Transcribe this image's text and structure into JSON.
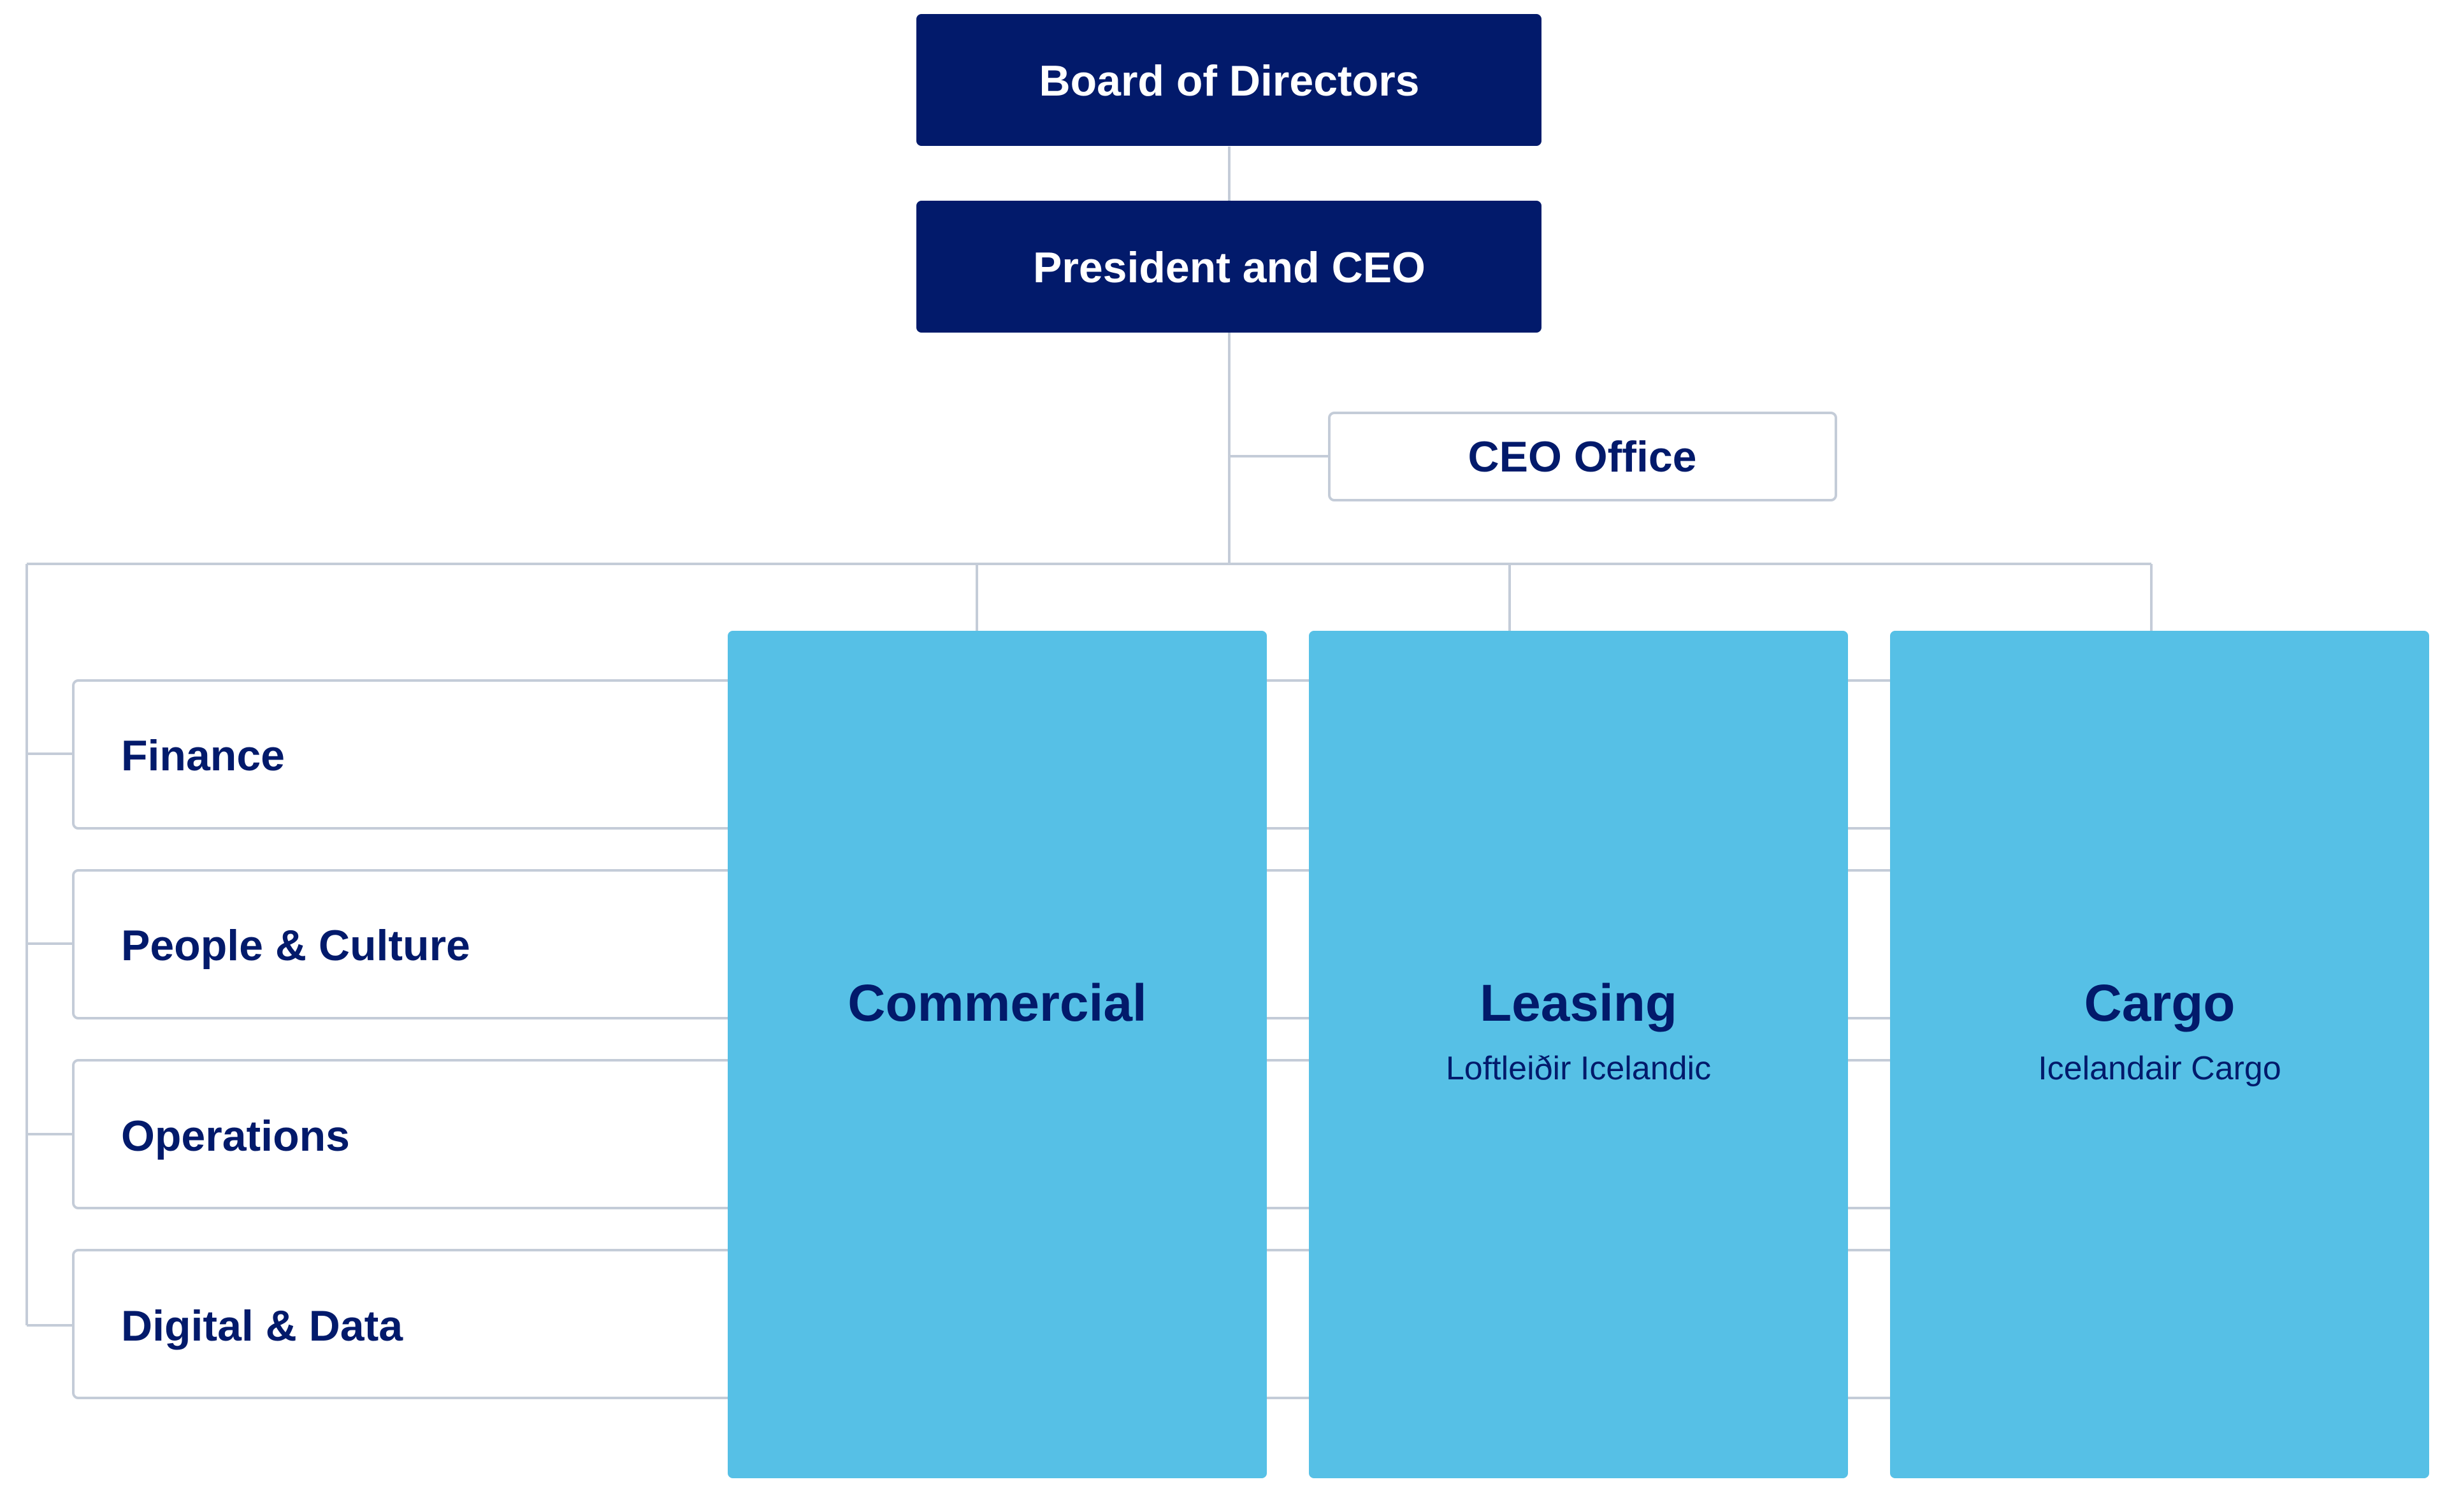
{
  "colors": {
    "navy": "#021A6B",
    "sky": "#56C0E6",
    "line": "#C4CCD8",
    "white": "#FFFFFF"
  },
  "executive": {
    "board": "Board of Directors",
    "ceo": "President and CEO",
    "ceo_office": "CEO Office"
  },
  "functions": [
    "Finance",
    "People & Culture",
    "Operations",
    "Digital & Data"
  ],
  "business_units": [
    {
      "name": "Commercial",
      "subtitle": ""
    },
    {
      "name": "Leasing",
      "subtitle": "Loftleiðir Icelandic"
    },
    {
      "name": "Cargo",
      "subtitle": "Icelandair Cargo"
    }
  ]
}
